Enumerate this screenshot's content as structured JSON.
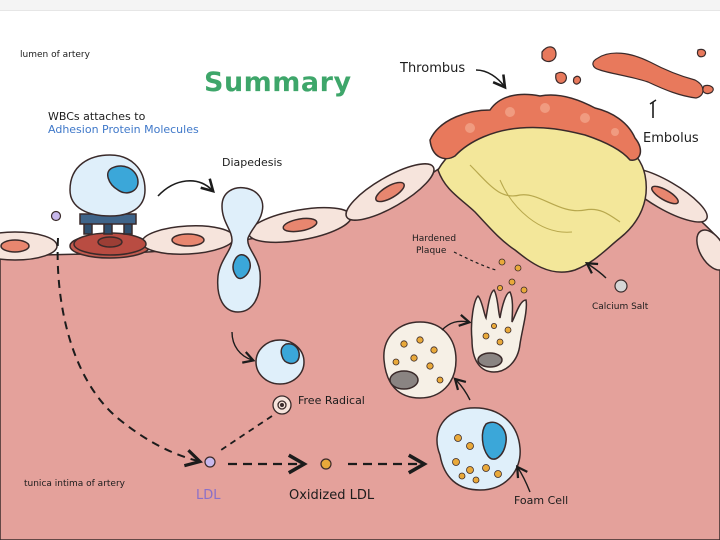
{
  "title": "Summary",
  "labels": {
    "lumen": "lumen of artery",
    "wbc_line1": "WBCs attaches to",
    "wbc_line2": "Adhesion Protein Molecules",
    "diapedesis": "Diapedesis",
    "free_radical": "Free Radical",
    "ldl": "LDL",
    "oxidized_ldl": "Oxidized LDL",
    "tunica": "tunica intima of artery",
    "foam_cell": "Foam Cell",
    "hardened_line1": "Hardened",
    "hardened_line2": "Plaque",
    "calcium_salt": "Calcium Salt",
    "thrombus": "Thrombus",
    "embolus": "Embolus"
  },
  "colors": {
    "intima": "#e4a19b",
    "endothelial": "#f6e4dc",
    "nucleus": "#e8866f",
    "plaque": "#f3e79a",
    "thrombus": "#e8795c",
    "cell_blue": "#dfeffa",
    "cell_nucleus": "#3ba7d9",
    "title_green": "#3ea66a",
    "adhesion_blue": "#3f78c9"
  }
}
